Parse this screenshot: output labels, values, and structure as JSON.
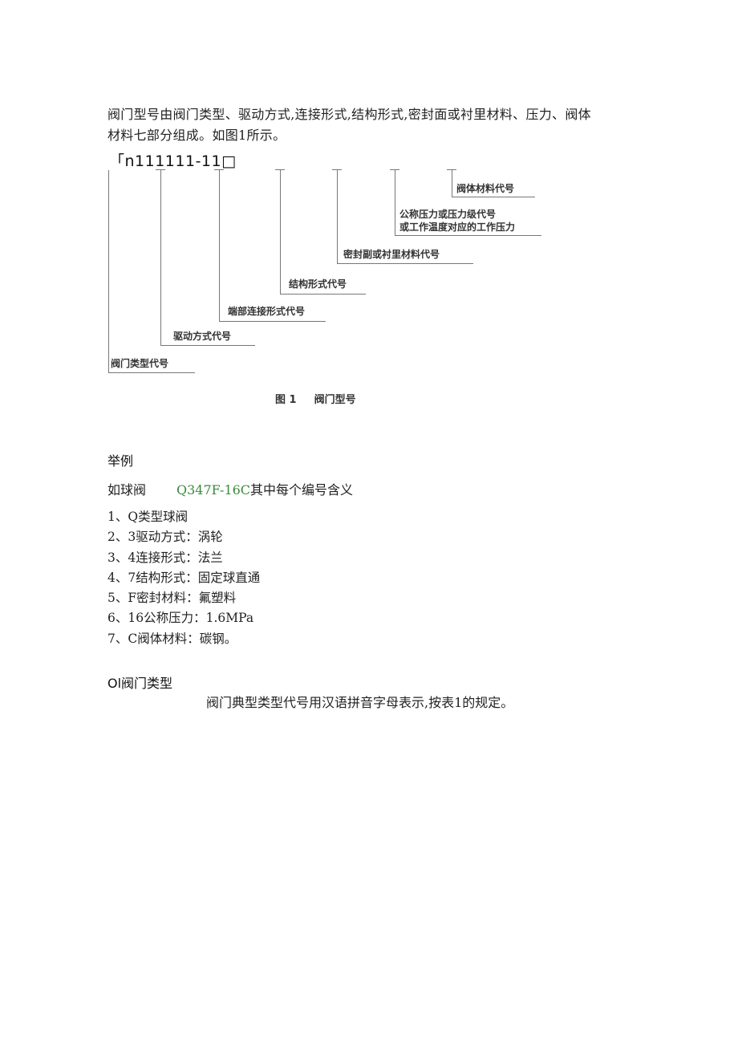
{
  "intro": {
    "line1": "阀门型号由阀门类型、驱动方式,连接形式,结构形式,密封面或衬里材料、压力、阀体",
    "line2": "材料七部分组成。如图1所示。"
  },
  "figure": {
    "code_pattern": "「n111111-11□",
    "labels": {
      "valve_body_material": "阀体材料代号",
      "pressure_line1": "公称压力或压力级代号",
      "pressure_line2": "或工作温度对应的工作压力",
      "seal_material": "密封副或衬里材料代号",
      "structure": "结构形式代号",
      "end_connection": "端部连接形式代号",
      "drive": "驱动方式代号",
      "valve_type": "阀门类型代号"
    },
    "caption_num": "图 1",
    "caption_text": "阀门型号"
  },
  "example": {
    "heading": "举例",
    "lead": "如球阀",
    "code": "Q347F-16C",
    "tail": "其中每个编号含义",
    "code_color": "#3a8a3a",
    "items": [
      "1、Q类型球阀",
      "2、3驱动方式：涡轮",
      "3、4连接形式：法兰",
      "4、7结构形式：固定球直通",
      "5、F密封材料：氟塑料",
      "6、16公称压力：1.6MPa",
      "7、C阀体材料：碳钢。"
    ]
  },
  "section": {
    "heading": "Ol阀门类型",
    "text": "阀门典型类型代号用汉语拼音字母表示,按表1的规定。"
  }
}
